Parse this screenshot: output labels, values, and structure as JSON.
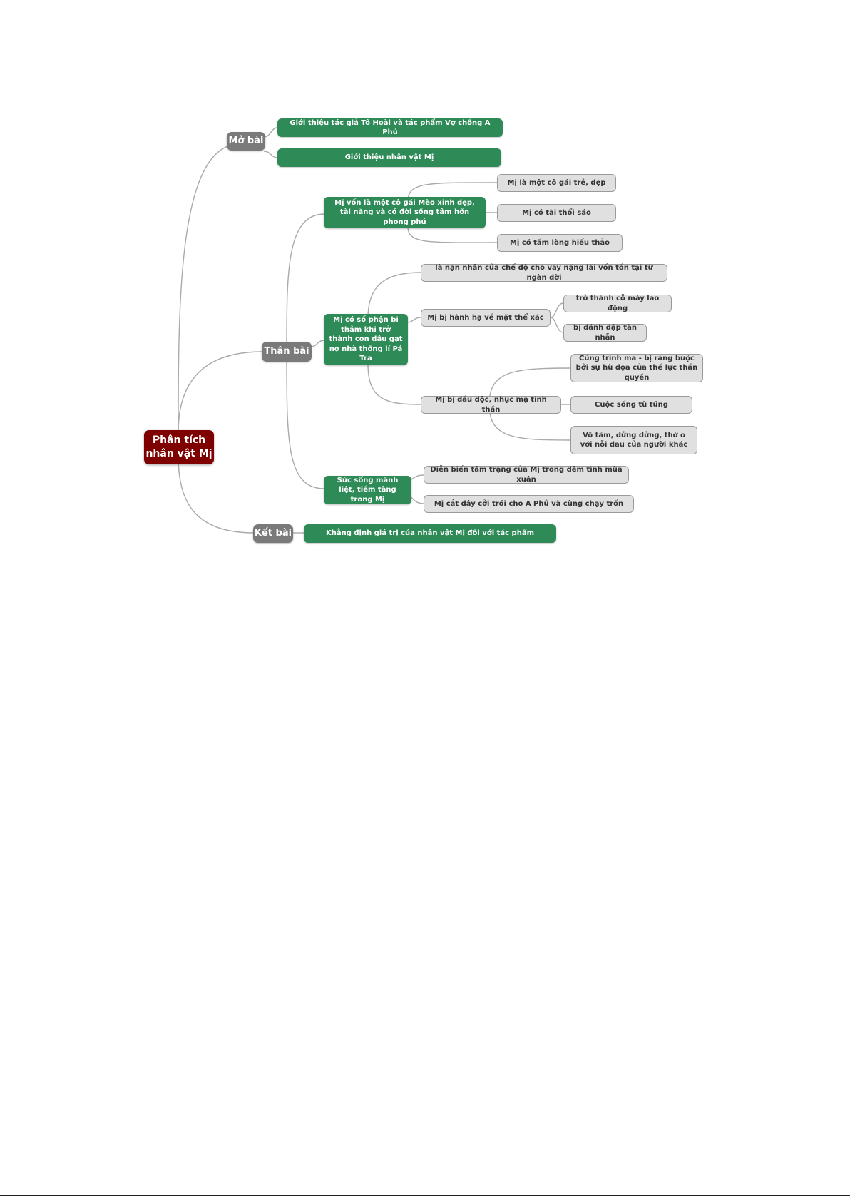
{
  "root": "Phân tích nhân vật Mị",
  "sections": {
    "mo_bai": "Mở bài",
    "than_bai": "Thân bài",
    "ket_bai": "Kết bài"
  },
  "mo_bai": {
    "intro_author": "Giới thiệu tác giả Tô Hoài và tác phẩm Vợ chồng A Phủ",
    "intro_character": "Giới thiệu nhân vật Mị"
  },
  "than_bai": {
    "branch1": {
      "label": "Mị vốn là một cô gái Mèo xinh đẹp, tài năng và có đời sống tâm hồn phong phú",
      "items": [
        "Mị là một cô gái trẻ, đẹp",
        "Mị có tài thổi sáo",
        "Mị có tấm lòng hiếu thảo"
      ]
    },
    "branch2": {
      "label": "Mị có số phận bi thảm khi trở thành con dâu gạt nợ nhà thống lí Pá Tra",
      "victim": "là nạn nhân của chế độ cho vay nặng lãi vốn tồn tại từ ngàn đời",
      "physical": {
        "label": "Mị bị hành hạ về mặt thể xác",
        "items": [
          "trở thành cỗ máy lao động",
          "bị đánh đập tàn nhẫn"
        ]
      },
      "spiritual": {
        "label": "Mị bị đầu độc, nhục mạ tinh thần",
        "items": [
          "Cúng trình ma - bị ràng buộc bởi sự hù dọa của thế lực thần quyền",
          "Cuộc sống tù túng",
          "Vô tâm, dửng dửng, thờ ơ với nỗi đau của người khác"
        ]
      }
    },
    "branch3": {
      "label": "Sức sống mãnh liệt, tiềm tàng trong Mị",
      "items": [
        "Diễn biến tâm trạng của Mị trong đêm tình mùa xuân",
        "Mị cắt dây cởi trói cho A Phủ và cùng chạy trốn"
      ]
    }
  },
  "ket_bai": {
    "conclusion": "Khẳng định giá trị của nhân vật Mị đối với tác phẩm"
  },
  "colors": {
    "root": "#7f0000",
    "section": "#7a7a7a",
    "branch": "#2e8b57",
    "leaf": "#e0e0e0",
    "connector": "#aaaaaa"
  }
}
